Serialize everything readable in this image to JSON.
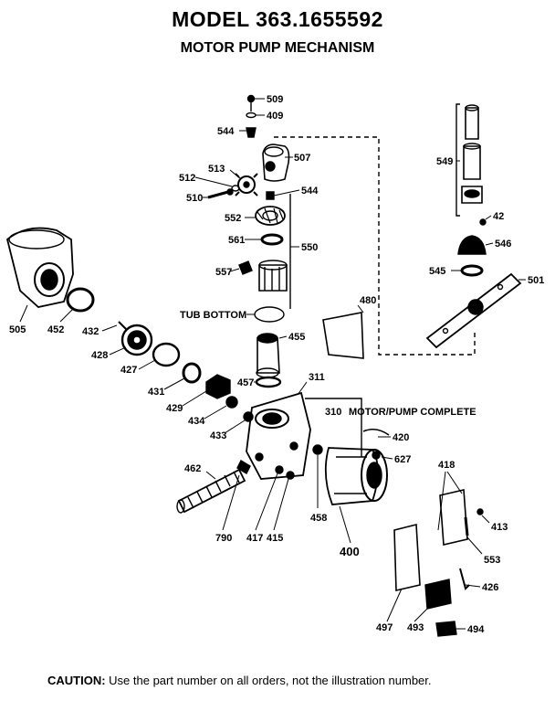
{
  "header": {
    "title": "MODEL 363.1655592",
    "subtitle": "MOTOR PUMP MECHANISM"
  },
  "callouts": {
    "tub_bottom": "TUB BOTTOM",
    "motor_pump_complete": "MOTOR/PUMP COMPLETE"
  },
  "parts": {
    "p509": "509",
    "p409": "409",
    "p544a": "544",
    "p507": "507",
    "p513": "513",
    "p512": "512",
    "p510": "510",
    "p544b": "544",
    "p552": "552",
    "p561": "561",
    "p550": "550",
    "p557": "557",
    "p549": "549",
    "p42": "42",
    "p546": "546",
    "p545": "545",
    "p501": "501",
    "p480": "480",
    "p505": "505",
    "p452": "452",
    "p432": "432",
    "p428": "428",
    "p427": "427",
    "p431": "431",
    "p429": "429",
    "p434": "434",
    "p433": "433",
    "p457": "457",
    "p455": "455",
    "p311": "311",
    "p310": "310",
    "p420": "420",
    "p627": "627",
    "p462": "462",
    "p790": "790",
    "p417": "417",
    "p415": "415",
    "p458": "458",
    "p400": "400",
    "p418": "418",
    "p413": "413",
    "p553": "553",
    "p426": "426",
    "p497": "497",
    "p493": "493",
    "p494": "494"
  },
  "footer": {
    "caution_label": "CAUTION:",
    "caution_text": " Use the part number on all orders, not the illustration number."
  }
}
